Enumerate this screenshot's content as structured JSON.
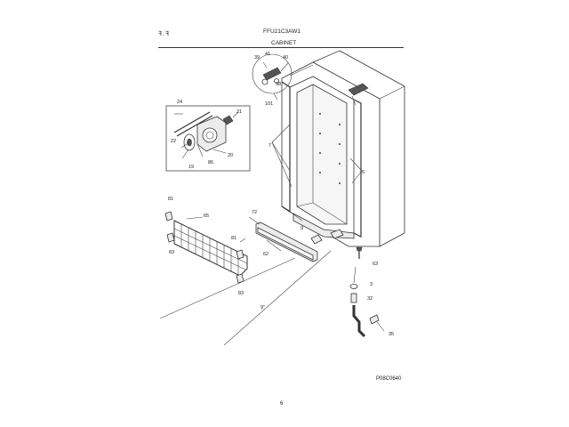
{
  "header": {
    "logo_text": "ꟻ.ꟻ",
    "model": "FFU21C3AW1",
    "section": "CABINET"
  },
  "callouts": {
    "c39": "39",
    "c41": "41",
    "c40": "40",
    "c38": "38",
    "c101": "101",
    "c24": "24",
    "c21": "21",
    "c22": "22",
    "c19": "19",
    "c20": "20",
    "c86": "86",
    "c7": "7",
    "c6": "6",
    "c81a": "81",
    "c65": "65",
    "c83a": "83",
    "c72": "72",
    "c9": "9",
    "c81b": "81",
    "c62": "62",
    "c83b": "83",
    "c63": "63",
    "c3": "3",
    "c32": "32",
    "c35": "35",
    "c9tail": "9\""
  },
  "footer": {
    "drawing_code": "P08C0640",
    "page_number": "6"
  }
}
